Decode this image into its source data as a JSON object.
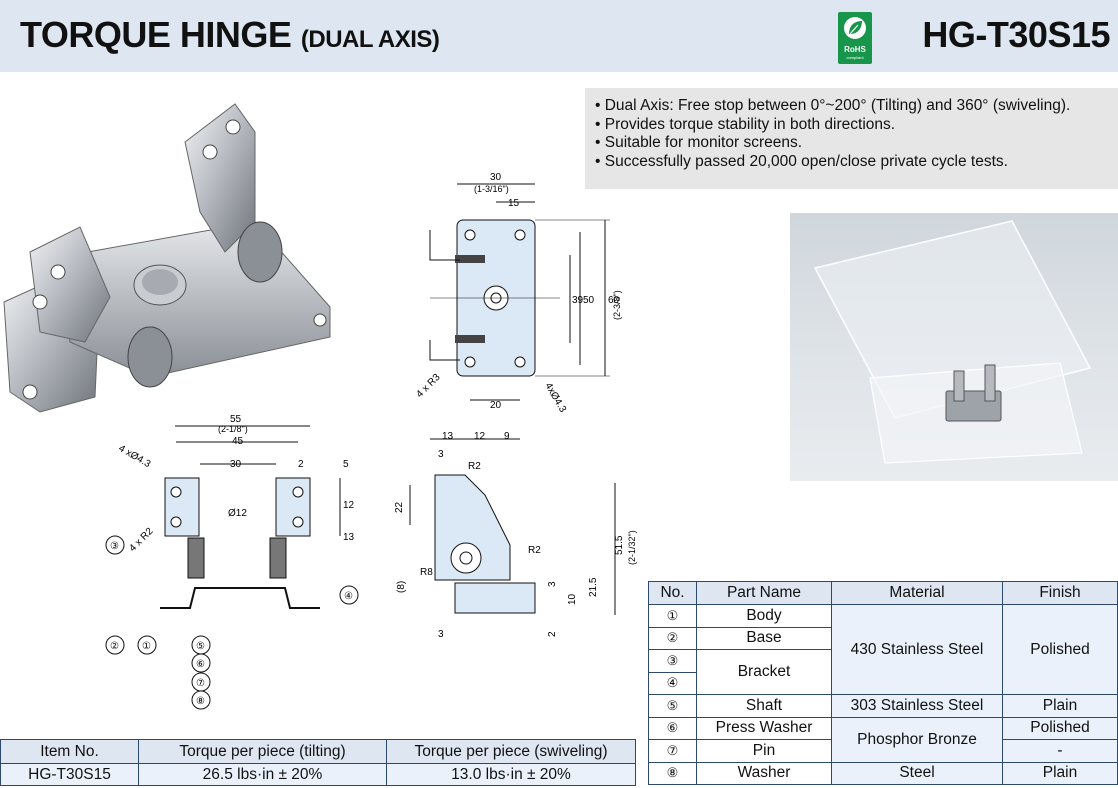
{
  "header": {
    "title": "TORQUE HINGE",
    "title_sub": "(DUAL AXIS)",
    "model": "HG-T30S15",
    "rohs_label": "RoHS",
    "rohs_small": "compliant"
  },
  "features": [
    "Dual Axis: Free stop between 0°~200° (Tilting) and 360° (swiveling).",
    "Provides torque stability in both directions.",
    "Suitable for monitor screens.",
    "Successfully passed 20,000 open/close private cycle tests."
  ],
  "dims": {
    "front": {
      "d30": "30",
      "d30in": "(1-3/16\")",
      "d15": "15",
      "d39": "39",
      "d50": "50",
      "d60": "60",
      "d60in": "(2-3/8\")",
      "d20": "20",
      "r3": "4 x R3",
      "h43": "4xØ4.3"
    },
    "bottom": {
      "d55": "55",
      "d55in": "(2-1/8\")",
      "d45": "45",
      "d30": "30",
      "d2": "2",
      "d5": "5",
      "d12": "12",
      "d13": "13",
      "h43": "4 xØ4.3",
      "r2": "4 x R2",
      "d12dia": "Ø12",
      "b1": "①",
      "b2": "②",
      "b3": "③",
      "b4": "④",
      "b5": "⑤",
      "b6": "⑥",
      "b7": "⑦",
      "b8": "⑧"
    },
    "side": {
      "d13": "13",
      "d12": "12",
      "d9": "9",
      "d3a": "3",
      "r2a": "R2",
      "d22": "22",
      "r2b": "R2",
      "r8": "R8",
      "d8": "(8)",
      "d3b": "3",
      "d10": "10",
      "d21": "21.5",
      "d51": "51.5",
      "d51in": "(2-1/32\")",
      "d2": "2",
      "d3c": "3"
    }
  },
  "torque_table": {
    "headers": [
      "Item No.",
      "Torque per piece (tilting)",
      "Torque per piece (swiveling)"
    ],
    "row": [
      "HG-T30S15",
      "26.5 lbs·in ± 20%",
      "13.0 lbs·in ± 20%"
    ]
  },
  "parts_table": {
    "headers": [
      "No.",
      "Part Name",
      "Material",
      "Finish"
    ],
    "no": [
      "①",
      "②",
      "③",
      "④",
      "⑤",
      "⑥",
      "⑦",
      "⑧"
    ],
    "names": {
      "body": "Body",
      "base": "Base",
      "bracket": "Bracket",
      "shaft": "Shaft",
      "press_washer": "Press Washer",
      "pin": "Pin",
      "washer": "Washer"
    },
    "materials": {
      "ss430": "430 Stainless Steel",
      "ss303": "303 Stainless Steel",
      "bronze": "Phosphor Bronze",
      "steel": "Steel"
    },
    "finish": {
      "polished": "Polished",
      "plain": "Plain",
      "polished2": "Polished",
      "dash": "-",
      "plain2": "Plain"
    }
  }
}
